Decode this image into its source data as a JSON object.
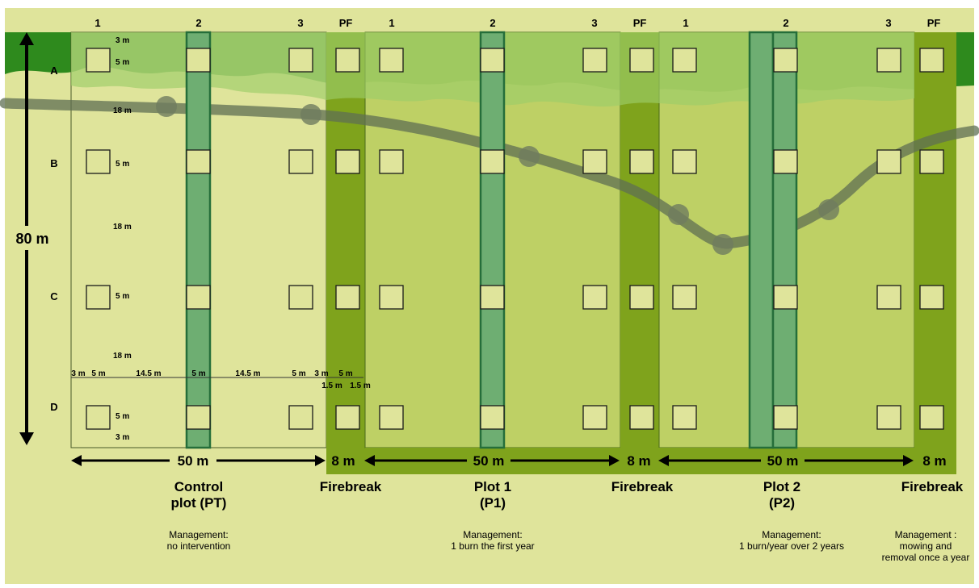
{
  "colors": {
    "background": "#dfe49b",
    "forest_dark": "#2e8a1d",
    "forest_light": "#9ccd68",
    "firebreak": "#7fa31c",
    "plot_fill": "#b9cc5c",
    "strip": "#6eae72",
    "strip_border": "#256e3a",
    "quadrat": "#dfe49b",
    "trail": "#5f6f53"
  },
  "columns": {
    "control": [
      "1",
      "2",
      "3",
      "PF"
    ],
    "plot1": [
      "1",
      "2",
      "3",
      "PF"
    ],
    "plot2": [
      "1",
      "2",
      "3",
      "PF"
    ]
  },
  "rows": [
    "A",
    "B",
    "C",
    "D"
  ],
  "height_label": "80 m",
  "vertical_spacing": {
    "top_margin": "3 m",
    "quadrat_size": "5 m",
    "gap": "18 m",
    "bottom_margin": "3 m"
  },
  "horizontal_spacing": {
    "top_labels": [
      "3 m",
      "5 m",
      "14.5 m",
      "5 m",
      "14.5 m",
      "5 m",
      "3 m",
      "5 m"
    ],
    "bottom_labels": [
      "1.5 m",
      "1.5 m"
    ]
  },
  "widths": {
    "plot": "50 m",
    "firebreak": "8 m"
  },
  "plots": [
    {
      "name": "Control\nplot (PT)",
      "management": "Management:\nno intervention"
    },
    {
      "name": "Firebreak",
      "management": ""
    },
    {
      "name": "Plot 1\n(P1)",
      "management": "Management:\n1 burn the first year"
    },
    {
      "name": "Firebreak",
      "management": ""
    },
    {
      "name": "Plot 2\n(P2)",
      "management": "Management:\n1 burn/year over 2 years"
    },
    {
      "name": "Firebreak",
      "management": "Management :\n  mowing and\nremoval once a year"
    }
  ]
}
